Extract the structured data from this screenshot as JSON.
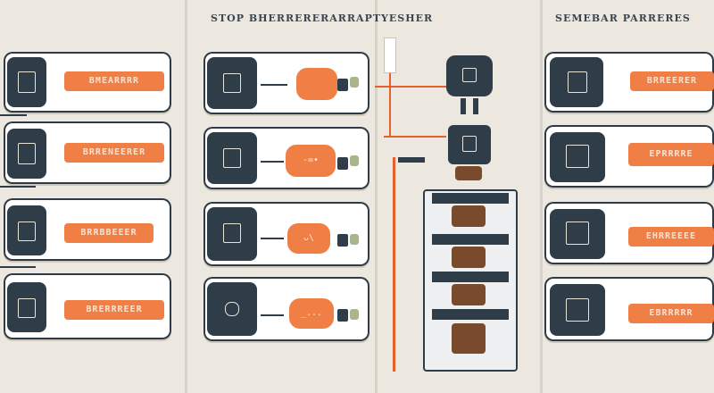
{
  "titles": {
    "center": "STOP BHERRERERARRAPTYESHER",
    "right": "SEMEBAR PARRERES"
  },
  "left_panel": {
    "items": [
      {
        "label": "BMEARRRR"
      },
      {
        "label": "BRRENEERER"
      },
      {
        "label": "BRRBBEEER"
      },
      {
        "label": "BRERRREER"
      }
    ]
  },
  "middle_panel": {
    "items": [
      {
        "pill": ""
      },
      {
        "pill": "-=•"
      },
      {
        "pill": "ᴗ\\"
      },
      {
        "pill": "_..."
      }
    ]
  },
  "right_panel": {
    "items": [
      {
        "label": "BRREERER"
      },
      {
        "label": "EPRRRRE"
      },
      {
        "label": "EHRREEEE"
      },
      {
        "label": "EBRRRRR"
      }
    ]
  },
  "colors": {
    "accent_orange": "#ef7f45",
    "dark_slate": "#2f3d49",
    "background": "#ece8df"
  }
}
